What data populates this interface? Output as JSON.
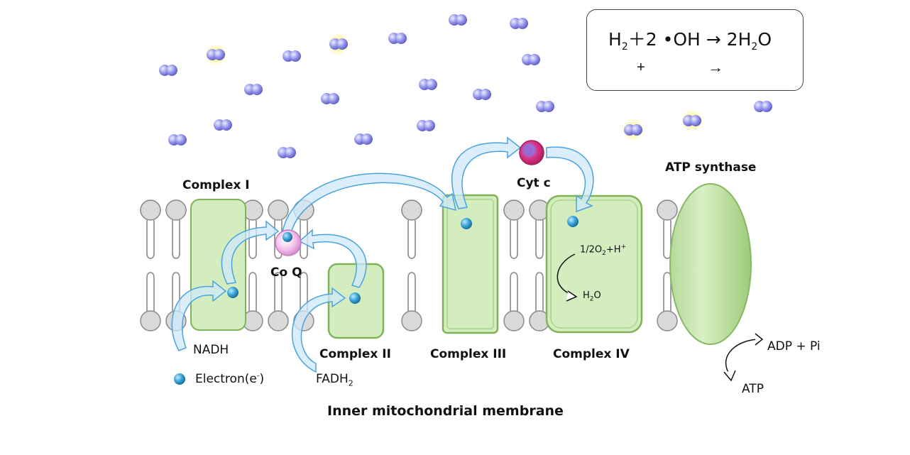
{
  "equation": {
    "lhs_h": "H",
    "lhs_h_sub": "2",
    "plus_term": "＋2 •OH",
    "arrow": "→",
    "rhs": "2H",
    "rhs_sub": "2",
    "rhs_tail": "O",
    "plus_sign": "+",
    "arrow2": "→"
  },
  "labels": {
    "complex1": "Complex I",
    "complex2": "Complex II",
    "complex3": "Complex III",
    "complex4": "Complex IV",
    "coq": "Co Q",
    "cytc": "Cyt c",
    "atp_synthase": "ATP synthase",
    "nadh": "NADH",
    "fadh": "FADH",
    "fadh_sub": "2",
    "electron": "Electron(e",
    "electron_sup": "-",
    "electron_close": ")",
    "half_o2_a": "1/2O",
    "half_o2_sub": "2",
    "half_o2_b": "+H",
    "half_o2_sup": "+",
    "h2o_a": "H",
    "h2o_sub": "2",
    "h2o_b": "O",
    "adp": "ADP + Pi",
    "atp": "ATP",
    "membrane": "Inner mitochondrial membrane"
  },
  "colors": {
    "complex_fill": "#d3edbf",
    "complex_stroke": "#7eb35a",
    "lipid_fill": "#d9d9d9",
    "lipid_stroke": "#888888",
    "arrow_fill": "#cfe8fa",
    "arrow_stroke": "#4aa3df",
    "electron": "#3aa6d8",
    "coq": "#f4c4ee",
    "cytc": "#e0358a",
    "h2_molecule": "#8c8ce8",
    "oh_red": "#f08080"
  }
}
